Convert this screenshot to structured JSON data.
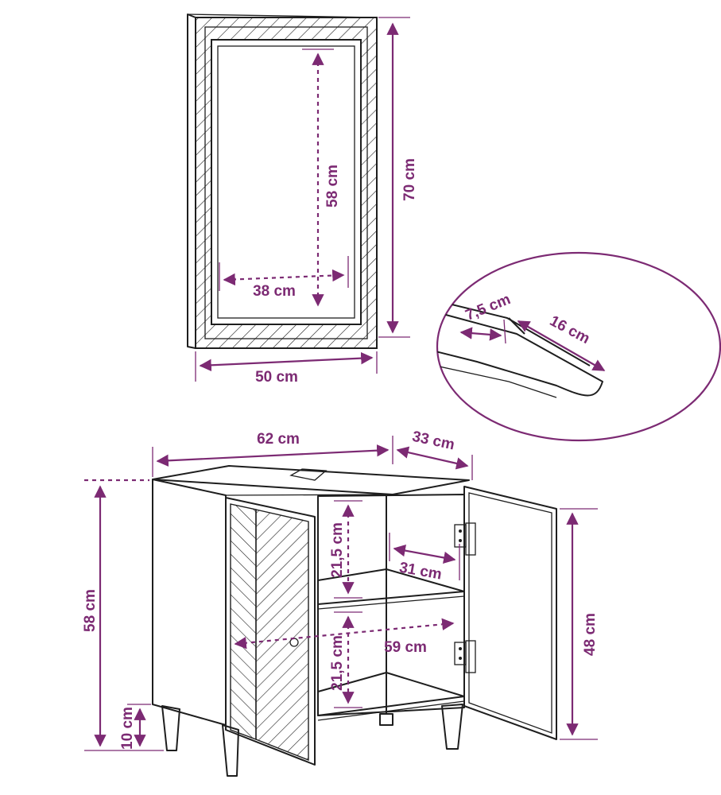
{
  "colors": {
    "dimension": "#7c2a73",
    "outline": "#1e1e1e",
    "background": "#ffffff"
  },
  "mirror": {
    "height_outer": "70 cm",
    "height_inner": "58 cm",
    "width_inner": "38 cm",
    "width_outer": "50 cm"
  },
  "detail": {
    "depth": "7,5 cm",
    "length": "16 cm"
  },
  "cabinet": {
    "width": "62 cm",
    "depth": "33 cm",
    "height_total": "58 cm",
    "leg_height": "10 cm",
    "shelf_top_height": "21,5 cm",
    "shelf_depth": "31 cm",
    "interior_width": "59 cm",
    "shelf_bottom_height": "21,5 cm",
    "door_height": "48 cm"
  }
}
